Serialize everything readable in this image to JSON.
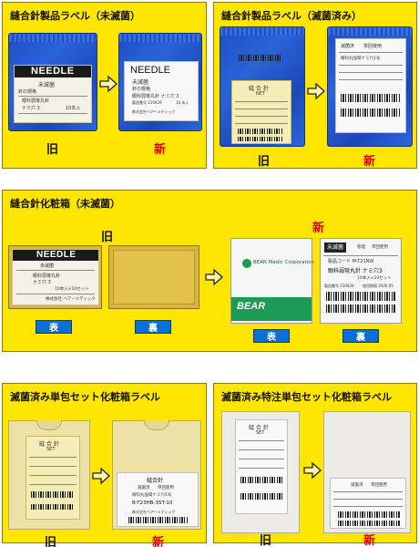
{
  "panels": {
    "p1": {
      "title": "縫合針製品ラベル（未滅菌）",
      "old_caption": "旧",
      "new_caption": "新",
      "old_label": {
        "banner": "NEEDLE",
        "line1": "未滅菌",
        "line2": "針の規格",
        "line3": "眼科弱彎丸針",
        "line4": "ナミ穴 3",
        "line5": "10本入"
      },
      "new_label": {
        "banner": "NEEDLE",
        "line1": "未滅菌",
        "line2": "針の規格",
        "line3": "眼科弱彎丸針 ナミ穴 3",
        "line4": "製造番号 210629",
        "line5": "10 本入",
        "line6": "株式会社ベアーメディック"
      }
    },
    "p2": {
      "title": "縫合針製品ラベル（滅菌済み）",
      "old_caption": "旧",
      "new_caption": "新",
      "old_label": {
        "line1": "縫 合 針",
        "line2": "NET"
      },
      "new_label": {
        "line1": "滅菌済",
        "line2": "単回使用",
        "line3": "眼科丸強彎ナミ穴1号"
      }
    },
    "p3": {
      "title": "縫合針化粧箱（未滅菌）",
      "old_caption": "旧",
      "new_caption": "新",
      "front_button": "表",
      "back_button": "裏",
      "old_label": {
        "banner": "NEEDLE",
        "line1": "未滅菌",
        "line2": "眼科弱彎丸針",
        "line3": "ナミ穴 3",
        "line4": "10本入×10セット",
        "line5": "株式会社 ベアーメディック"
      },
      "new_front": {
        "brand": "BEAR Medic Corporation",
        "logo": "BEAR"
      },
      "new_back": {
        "badge": "未滅菌",
        "line1": "管理",
        "line2": "単回使用",
        "line3": "製品コード M-T21NW",
        "line4": "眼科弱彎丸針 ナミ穴3",
        "line5": "10本入×10セット",
        "line6": "製造番号 210629",
        "line7": "使用期限 2026.05"
      }
    },
    "p4": {
      "title": "滅菌済み単包セット化粧箱ラベル",
      "old_caption": "旧",
      "new_caption": "新",
      "old_label": {
        "line1": "縫 合 針",
        "line2": "SET"
      },
      "new_label": {
        "line1": "縫合針",
        "line2": "滅菌済",
        "line3": "単回使用",
        "line4": "眼科丸強彎ナミ穴1号",
        "line5": "B-T23HB-35T-10",
        "line6": "株式会社ベアーメディック"
      }
    },
    "p5": {
      "title": "滅菌済み特注単包セット化粧箱ラベル",
      "old_caption": "旧",
      "new_caption": "新",
      "old_label": {
        "line1": "縫 合 針",
        "line2": "SET"
      },
      "new_label": {
        "line1": "滅菌済",
        "line2": "単回使用"
      }
    }
  },
  "colors": {
    "panel_bg": "#fee600",
    "new_caption": "#e00000",
    "button_bg": "#0b6fd6",
    "bag_blue": "#1e4fc4"
  },
  "icons": {
    "arrow": "right-arrow-outline-icon"
  }
}
